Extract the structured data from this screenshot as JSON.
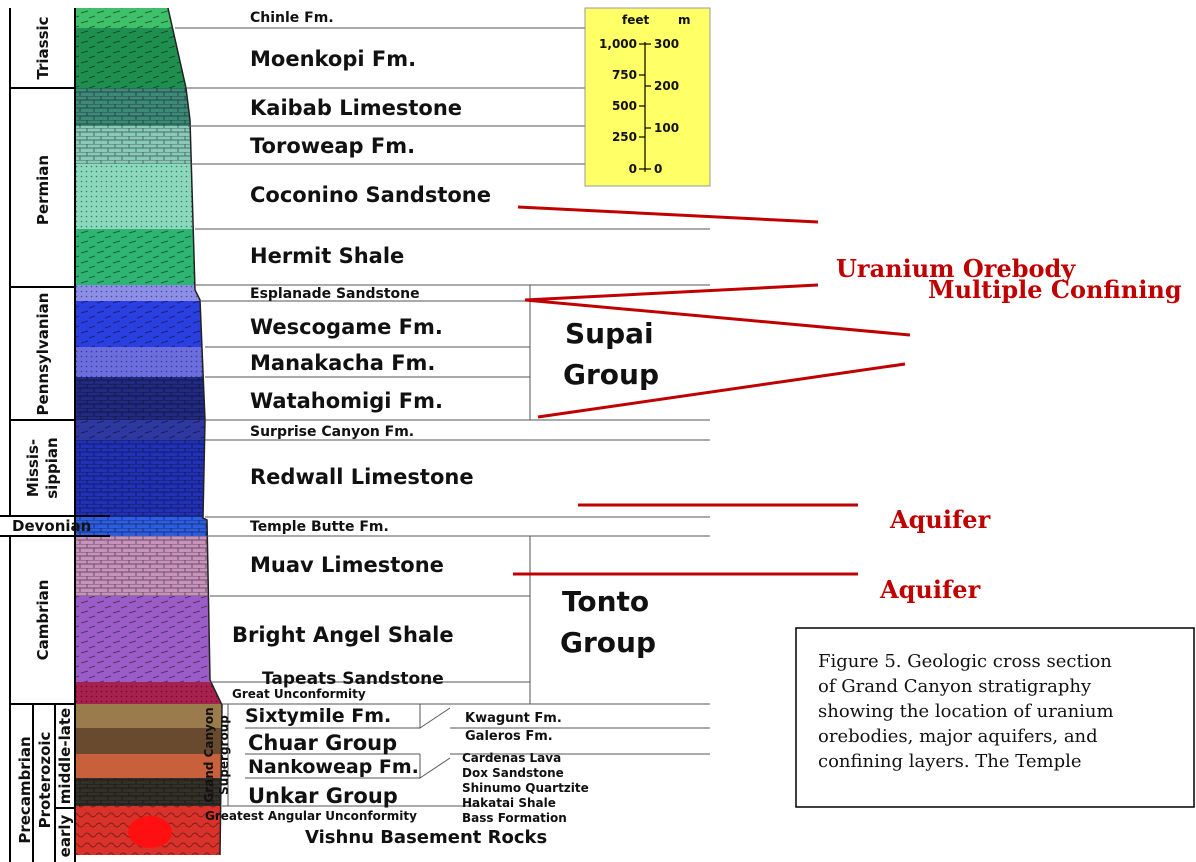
{
  "periods": {
    "triassic": "Triassic",
    "permian": "Permian",
    "pennsylvanian": "Pennsylvanian",
    "mississippian_1": "Missis-",
    "mississippian_2": "sippian",
    "devonian": "Devonian",
    "cambrian": "Cambrian",
    "precambrian": "Precambrian",
    "proterozoic": "Proterozoic",
    "middle_late": "middle-late",
    "early": "early"
  },
  "formations": {
    "chinle": "Chinle Fm.",
    "moenkopi": "Moenkopi Fm.",
    "kaibab": "Kaibab Limestone",
    "toroweap": "Toroweap Fm.",
    "coconino": "Coconino Sandstone",
    "hermit": "Hermit Shale",
    "esplanade": "Esplanade Sandstone",
    "wescogame": "Wescogame Fm.",
    "manakacha": "Manakacha Fm.",
    "watahomigi": "Watahomigi Fm.",
    "surprise": "Surprise Canyon Fm.",
    "redwall": "Redwall Limestone",
    "temple_butte": "Temple Butte Fm.",
    "muav": "Muav Limestone",
    "bright_angel": "Bright Angel Shale",
    "tapeats": "Tapeats Sandstone",
    "great_unconf": "Great Unconformity",
    "sixtymile": "Sixtymile Fm.",
    "chuar": "Chuar Group",
    "nankoweap": "Nankoweap Fm.",
    "unkar": "Unkar Group",
    "greatest_unconf": "Greatest Angular Unconformity",
    "vishnu": "Vishnu Basement Rocks"
  },
  "groups": {
    "supai_1": "Supai",
    "supai_2": "Group",
    "tonto_1": "Tonto",
    "tonto_2": "Group",
    "gc_super_1": "Grand Canyon",
    "gc_super_2": "Supergroup"
  },
  "subunits": {
    "kwagunt": "Kwagunt Fm.",
    "galeros": "Galeros Fm.",
    "cardenas": "Cardenas Lava",
    "dox": "Dox Sandstone",
    "shinumo": "Shinumo Quartzite",
    "hakatai": "Hakatai Shale",
    "bass": "Bass Formation"
  },
  "scale": {
    "feet_label": "feet",
    "m_label": "m",
    "feet_ticks": [
      "1,000",
      "750",
      "500",
      "250",
      "0"
    ],
    "m_ticks": [
      "300",
      "200",
      "100",
      "0"
    ]
  },
  "annotations": {
    "uranium": "Uranium Orebody",
    "confining": "Multiple Confining",
    "aquifer_1": "Aquifer",
    "aquifer_2": "Aquifer"
  },
  "caption": {
    "line1": "Figure 5.  Geologic cross section",
    "line2": "of Grand Canyon stratigraphy",
    "line3": "showing the location of uranium",
    "line4": "orebodies, major aquifers, and",
    "line5": "confining layers.  The Temple"
  },
  "colors": {
    "annotation_red": "#c00000",
    "scale_bg": "#ffff66"
  }
}
